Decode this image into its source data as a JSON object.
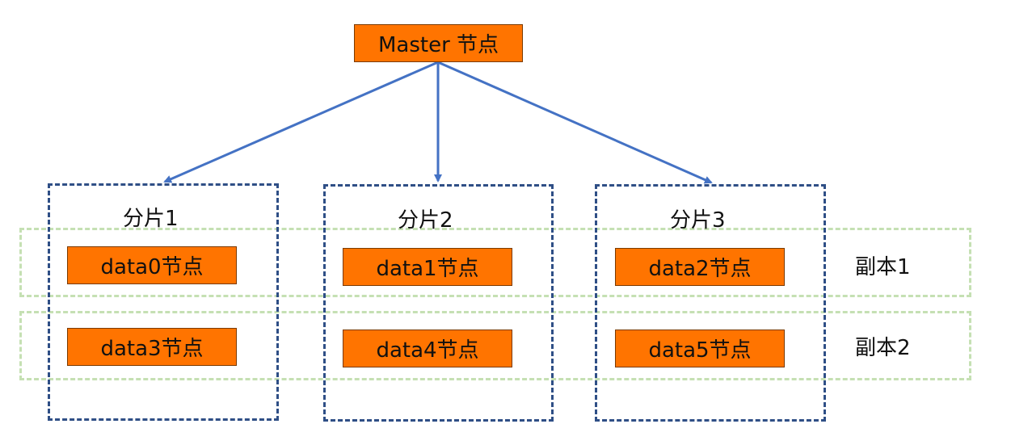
{
  "master": {
    "label": "Master 节点"
  },
  "shards": [
    {
      "label": "分片1"
    },
    {
      "label": "分片2"
    },
    {
      "label": "分片3"
    }
  ],
  "replicas": [
    {
      "label": "副本1"
    },
    {
      "label": "副本2"
    }
  ],
  "nodes": [
    "data0节点",
    "data1节点",
    "data2节点",
    "data3节点",
    "data4节点",
    "data5节点"
  ],
  "colors": {
    "node_fill": "#ff7400",
    "shard_border": "#2f4f86",
    "replica_border": "#c5e0b3",
    "arrow": "#4472c4"
  }
}
